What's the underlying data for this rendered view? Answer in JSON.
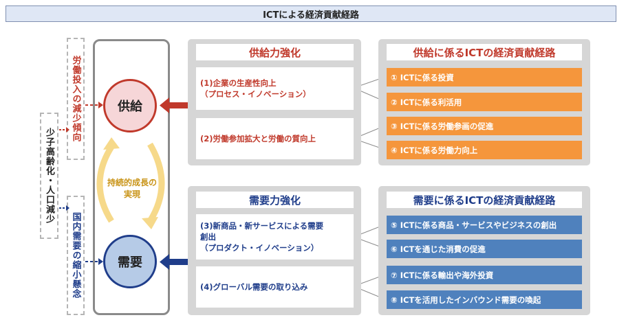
{
  "title": "ICTによる経済貢献経路",
  "left": {
    "demography": "少子高齢化・人口減少",
    "labor_decline": "労働投入の減少傾向",
    "domestic_demand": "国内需要の縮小懸念"
  },
  "center": {
    "supply": "供給",
    "demand": "需要",
    "sustainable": "持続的成長の実現"
  },
  "supply_strength": {
    "heading": "供給力強化",
    "items": [
      {
        "line1": "(1)企業の生産性向上",
        "line2": "（プロセス・イノベーション）"
      },
      {
        "line1": "(2)労働参加拡大と労働の質向上",
        "line2": ""
      }
    ]
  },
  "demand_strength": {
    "heading": "需要力強化",
    "items": [
      {
        "line1": "(3)新商品・新サービスによる需要",
        "line2": "創出",
        "line3": "（プロダクト・イノベーション）"
      },
      {
        "line1": "(4)グローバル需要の取り込み"
      }
    ]
  },
  "supply_paths": {
    "heading": "供給に係るICTの経済貢献経路",
    "items": [
      "① ICTに係る投資",
      "② ICTに係る利活用",
      "③ ICTに係る労働参画の促進",
      "④ ICTに係る労働力向上"
    ]
  },
  "demand_paths": {
    "heading": "需要に係るICTの経済貢献経路",
    "items": [
      "⑤ ICTに係る商品・サービスやビジネスの創出",
      "⑥ ICTを通じた消費の促進",
      "⑦ ICTに係る輸出や海外投資",
      "⑧ ICTを活用したインバウンド需要の喚起"
    ]
  },
  "colors": {
    "supply_red": "#c0392b",
    "demand_navy": "#1f3d8a",
    "orange": "#f5963c",
    "blue": "#4f81bd",
    "gold": "#f6d98a"
  }
}
